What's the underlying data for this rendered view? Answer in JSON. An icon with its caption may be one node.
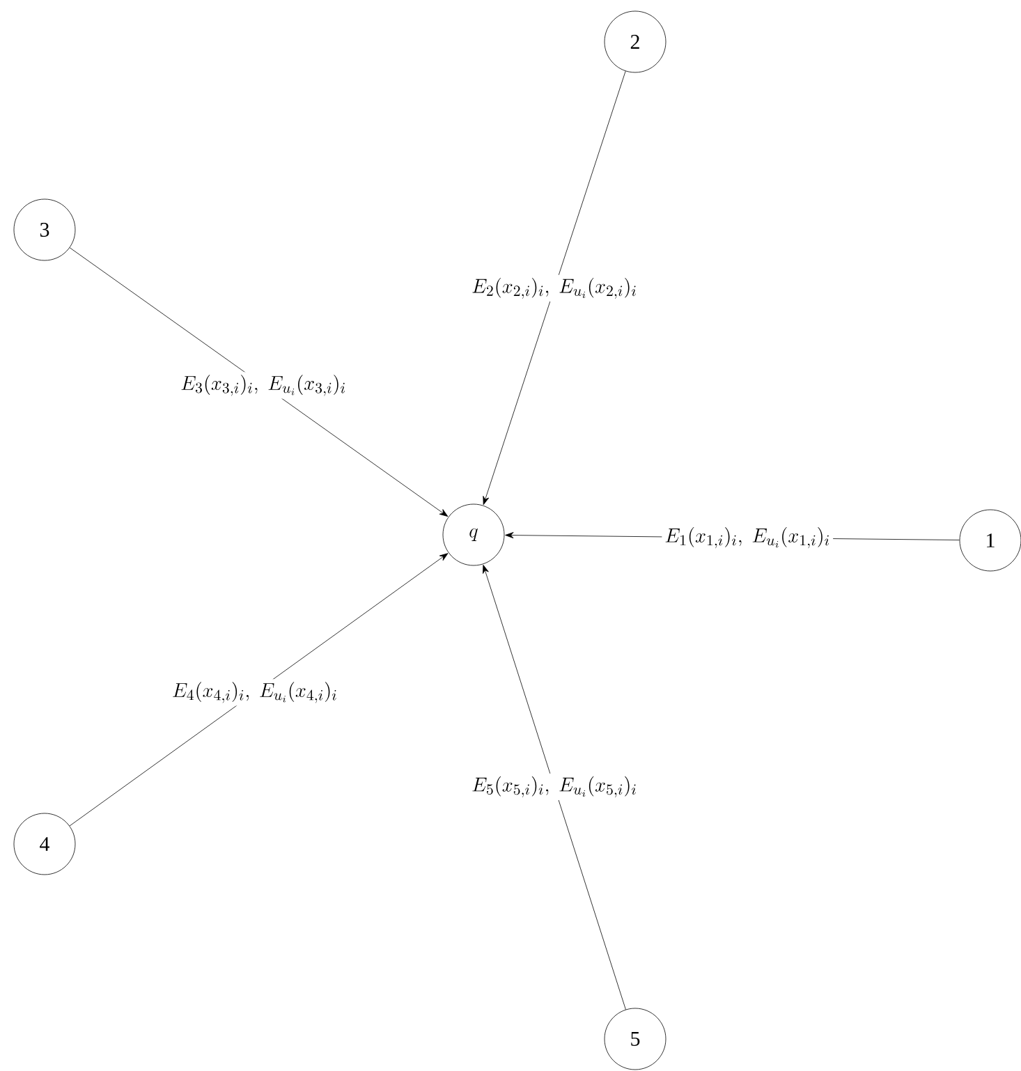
{
  "diagram": {
    "nodes": [
      {
        "text": [
          "q"
        ]
      },
      {
        "text": [
          "1"
        ]
      },
      {
        "text": [
          "2"
        ]
      },
      {
        "text": [
          "3"
        ]
      },
      {
        "text": [
          "4"
        ]
      },
      {
        "text": [
          "5"
        ]
      }
    ],
    "edges": [
      {
        "from": 1,
        "to": 0,
        "arrow": "to",
        "label": "E_1(x_{1,i})_i,\\; E_{u_i}(x_{1,i})_i"
      },
      {
        "from": 2,
        "to": 0,
        "arrow": "to",
        "label": "E_2(x_{2,i})_i,\\; E_{u_i}(x_{2,i})_i"
      },
      {
        "from": 3,
        "to": 0,
        "arrow": "to",
        "label": "E_3(x_{3,i})_i,\\; E_{u_i}(x_{3,i})_i"
      },
      {
        "from": 4,
        "to": 0,
        "arrow": "to",
        "label": "E_4(x_{4,i})_i,\\; E_{u_i}(x_{4,i})_i"
      },
      {
        "from": 5,
        "to": 0,
        "arrow": "to",
        "label": "E_5(x_{5,i})_i,\\; E_{u_i}(x_{5,i})_i"
      }
    ]
  }
}
